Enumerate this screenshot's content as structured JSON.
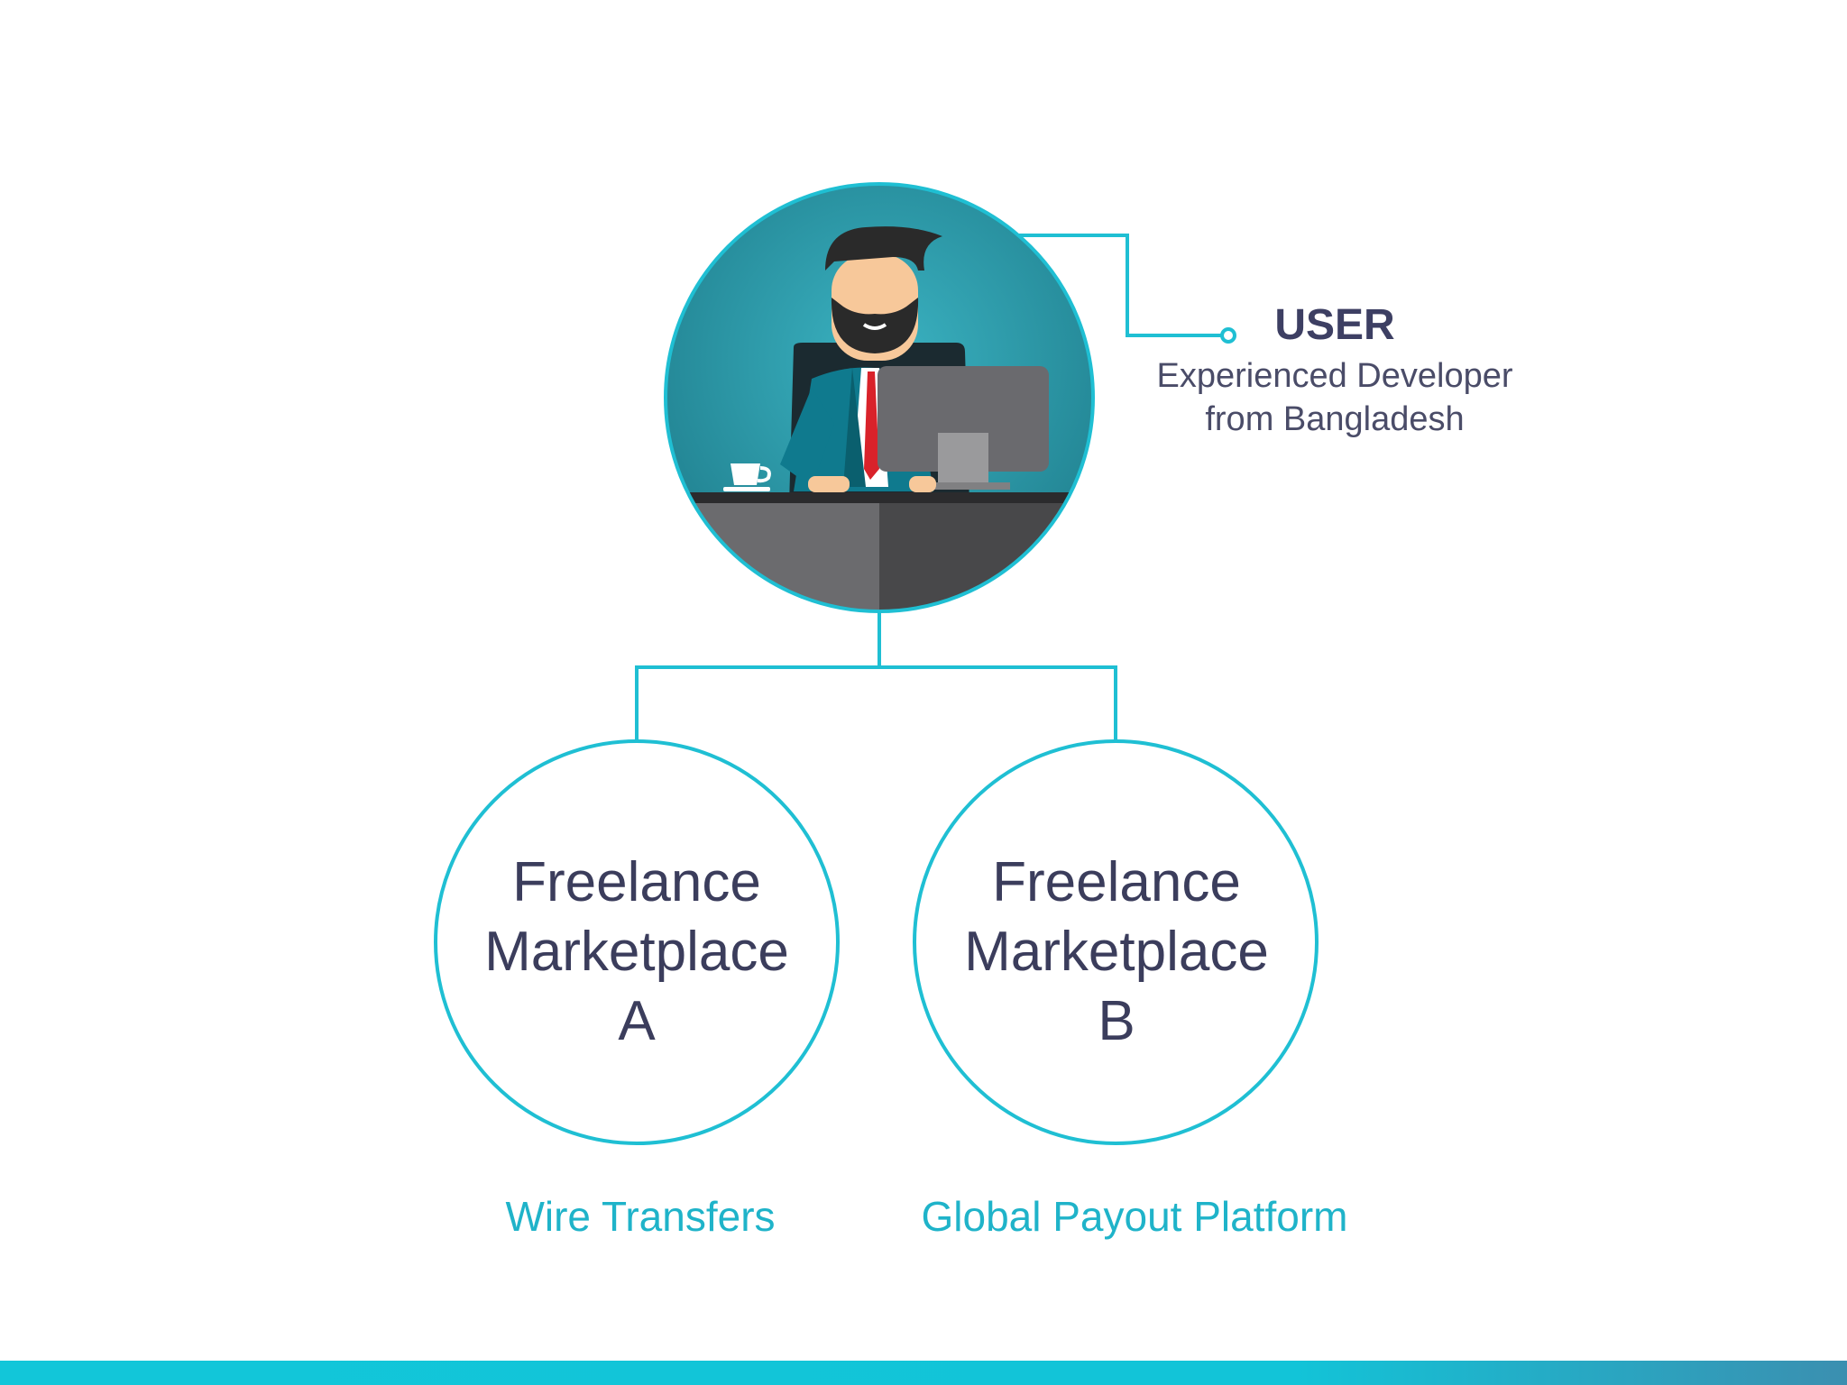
{
  "user": {
    "title": "USER",
    "line1": "Experienced Developer",
    "line2": "from Bangladesh",
    "avatar_icon": "businessman-at-computer-icon"
  },
  "marketplaces": [
    {
      "line1": "Freelance",
      "line2": "Marketplace",
      "line3": "A",
      "caption": "Wire Transfers"
    },
    {
      "line1": "Freelance",
      "line2": "Marketplace",
      "line3": "B",
      "caption": "Global Payout Platform"
    }
  ],
  "colors": {
    "accent": "#1fb3c9",
    "title_text": "#3d3f63",
    "avatar_bg": "#2a98a8"
  }
}
